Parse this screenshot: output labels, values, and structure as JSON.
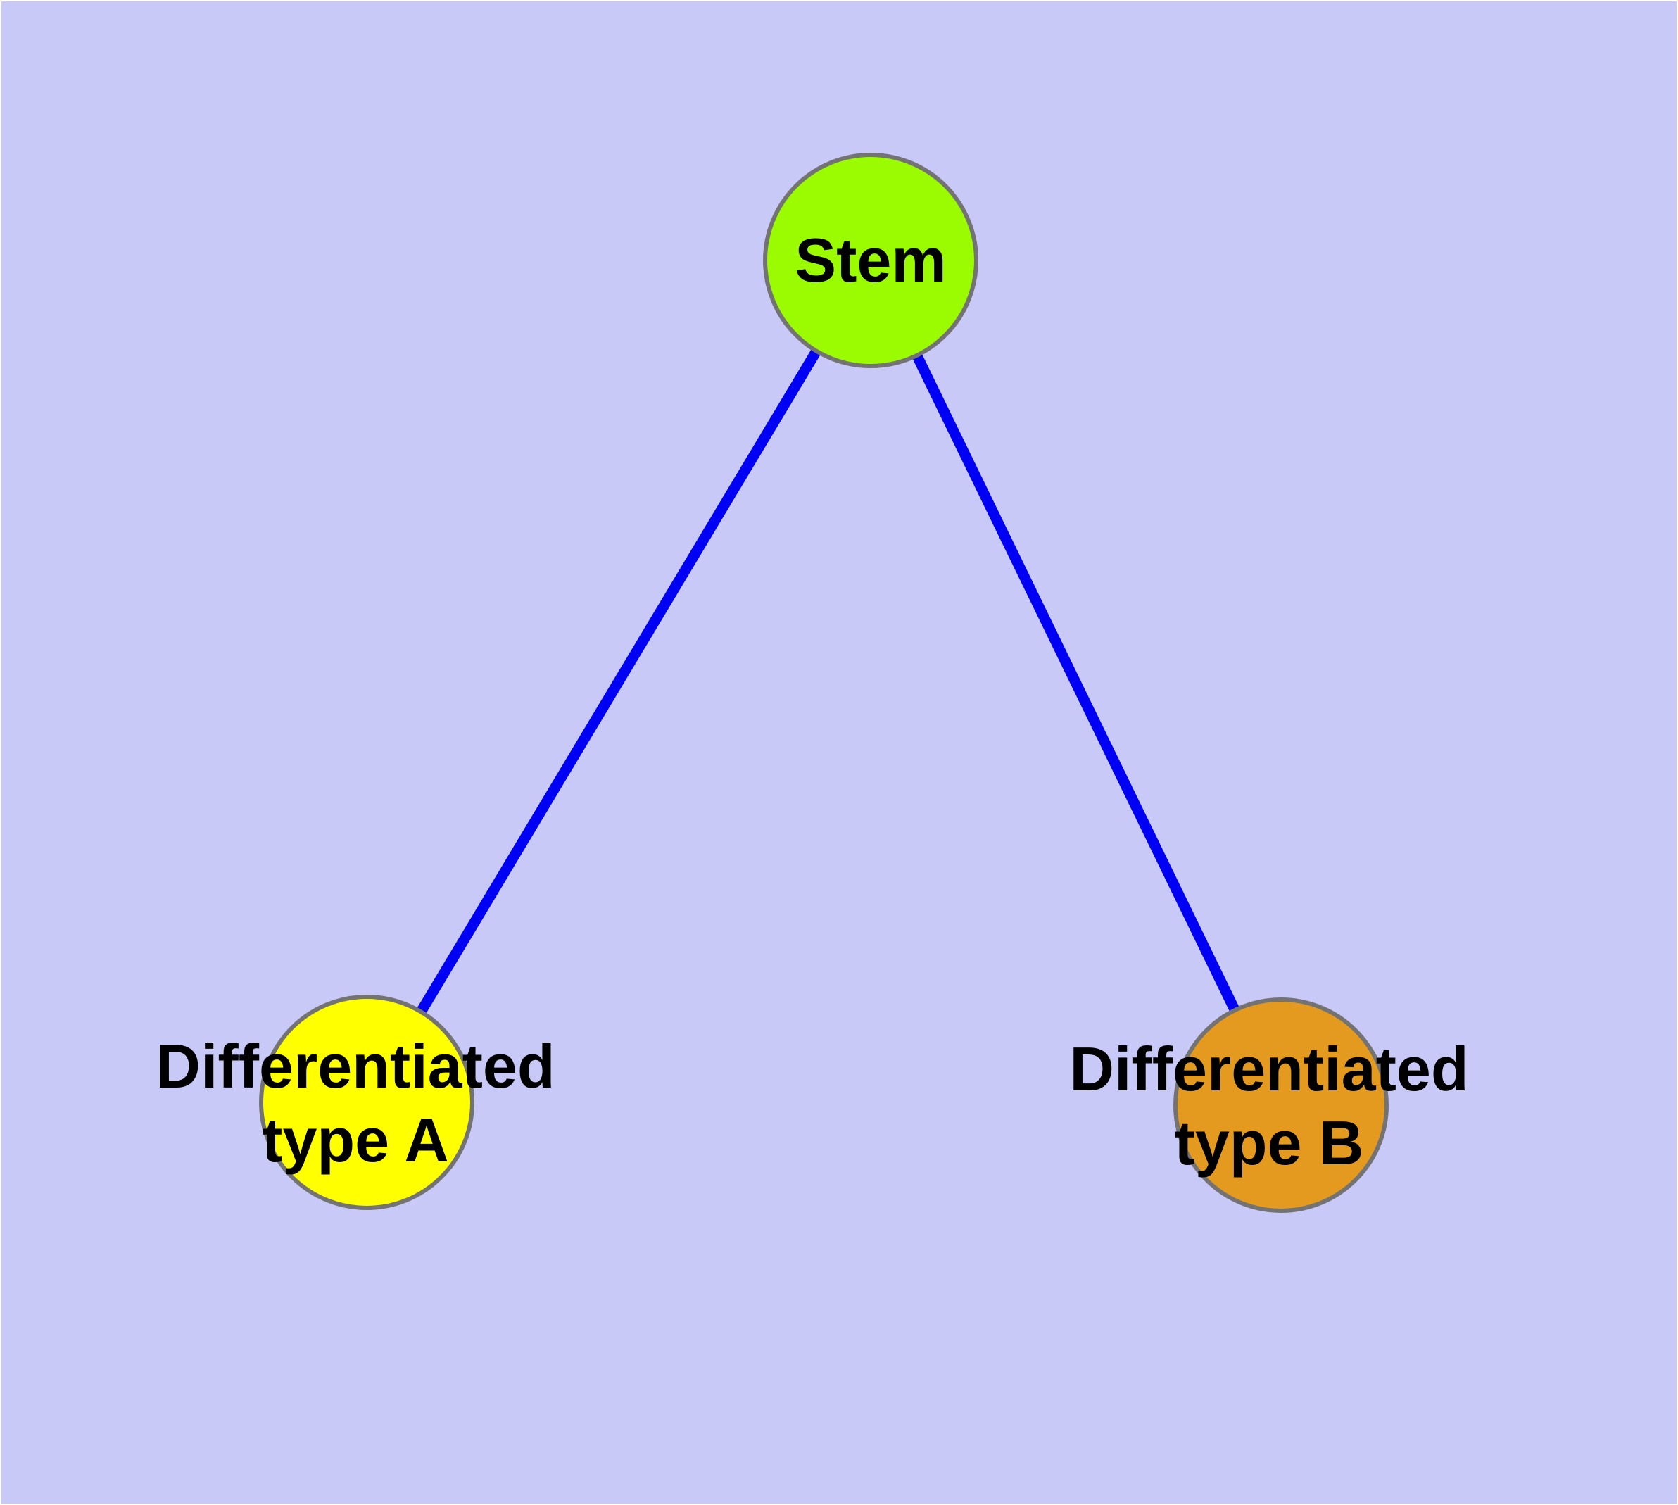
{
  "diagram": {
    "description": "Stem cell differentiation graph",
    "background_color": "#C9C9F8",
    "margin_color": "#FFFFFF",
    "edge_color": "#0000F5",
    "node_border_color": "#737373",
    "label_color": "#000000",
    "nodes": {
      "stem": {
        "label": "Stem",
        "fill_color": "#9BFB00"
      },
      "type_a": {
        "label_line1": "Differentiated",
        "label_line2": "type A",
        "fill_color": "#FFFF00"
      },
      "type_b": {
        "label_line1": "Differentiated",
        "label_line2": "type B",
        "fill_color": "#E49A1E"
      }
    },
    "edges": [
      {
        "from": "stem",
        "to": "type_a"
      },
      {
        "from": "stem",
        "to": "type_b"
      }
    ]
  }
}
